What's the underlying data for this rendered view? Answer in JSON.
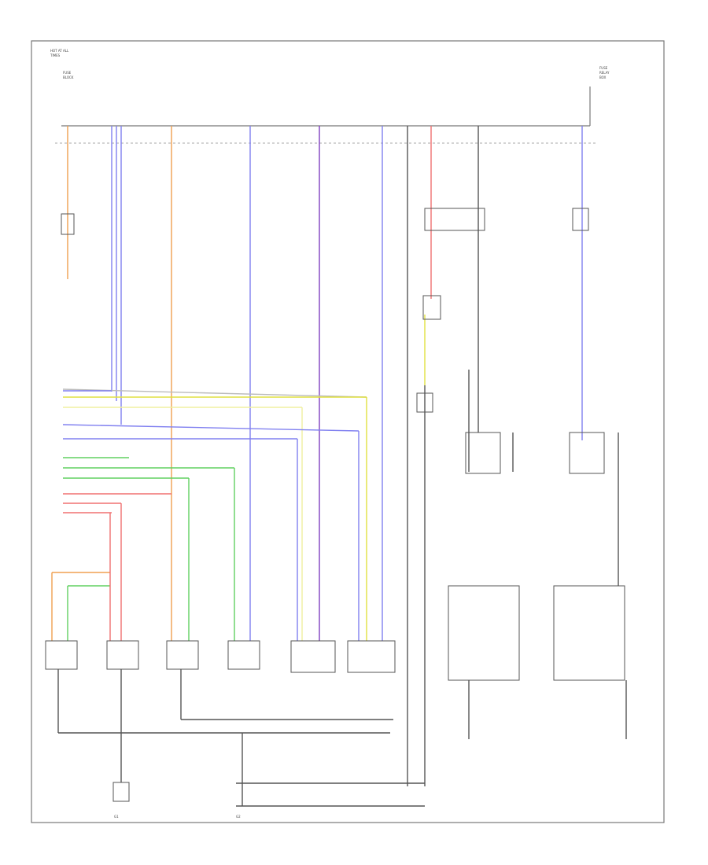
{
  "diagram": {
    "top_left_label": [
      "HOT AT ALL",
      "TIMES",
      "FUSE",
      "BLOCK"
    ],
    "top_right_label": [
      "FUSE",
      "RELAY",
      "BOX"
    ],
    "corner_label": "",
    "ground_left_label": "G1",
    "ground_right_label": "G2"
  },
  "colors": {
    "orange": "#f0a050",
    "blue": "#8080f0",
    "purple": "#8040c0",
    "red": "#f07070",
    "green": "#60d060",
    "yellow": "#e0e040",
    "pale_yellow": "#f0f0a0",
    "black": "#555555"
  }
}
